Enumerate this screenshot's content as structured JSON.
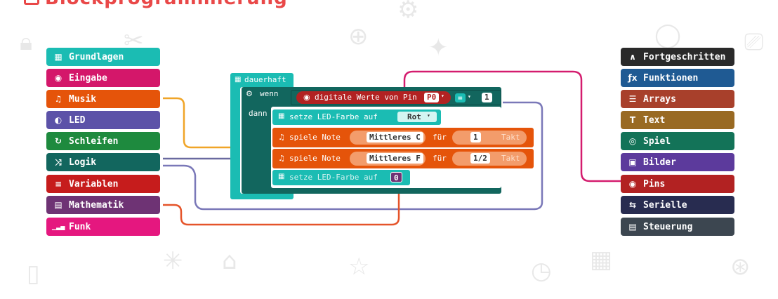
{
  "header": {
    "title": "Blockprogrammierung"
  },
  "left_categories": [
    {
      "label": "Grundlagen",
      "icon": "grid-icon",
      "glyph": "▦",
      "color": "#1bbcb3"
    },
    {
      "label": "Eingabe",
      "icon": "target-icon",
      "glyph": "◉",
      "color": "#d4176a"
    },
    {
      "label": "Musik",
      "icon": "headphones-icon",
      "glyph": "♫",
      "color": "#e5540a"
    },
    {
      "label": "LED",
      "icon": "toggle-icon",
      "glyph": "◐",
      "color": "#5c52a8"
    },
    {
      "label": "Schleifen",
      "icon": "refresh-icon",
      "glyph": "↻",
      "color": "#1e8a3e"
    },
    {
      "label": "Logik",
      "icon": "shuffle-icon",
      "glyph": "⤨",
      "color": "#12665e"
    },
    {
      "label": "Variablen",
      "icon": "list-icon",
      "glyph": "≡",
      "color": "#c61c1c"
    },
    {
      "label": "Mathematik",
      "icon": "calculator-icon",
      "glyph": "▤",
      "color": "#6e3374"
    },
    {
      "label": "Funk",
      "icon": "signal-icon",
      "glyph": "▁▃▅",
      "color": "#e5177f"
    }
  ],
  "right_categories": [
    {
      "label": "Fortgeschritten",
      "icon": "chevron-up-icon",
      "glyph": "∧",
      "color": "#2a2a2a"
    },
    {
      "label": "Funktionen",
      "icon": "function-icon",
      "glyph": "ƒx",
      "color": "#1f5a93"
    },
    {
      "label": "Arrays",
      "icon": "list-icon",
      "glyph": "☰",
      "color": "#a8402b"
    },
    {
      "label": "Text",
      "icon": "text-icon",
      "glyph": "T",
      "color": "#996a23"
    },
    {
      "label": "Spiel",
      "icon": "gamepad-icon",
      "glyph": "◎",
      "color": "#137358"
    },
    {
      "label": "Bilder",
      "icon": "image-icon",
      "glyph": "▣",
      "color": "#5c3a9c"
    },
    {
      "label": "Pins",
      "icon": "pin-icon",
      "glyph": "◉",
      "color": "#b22222"
    },
    {
      "label": "Serielle",
      "icon": "usb-icon",
      "glyph": "⇆",
      "color": "#282c50"
    },
    {
      "label": "Steuerung",
      "icon": "cpu-icon",
      "glyph": "▤",
      "color": "#3c4650"
    }
  ],
  "blocks": {
    "forever_label": "dauerhaft",
    "if_label": "wenn",
    "then_label": "dann",
    "digital_read_label": "digitale Werte von Pin",
    "pin_value": "P0",
    "compare_op": "=",
    "compare_value": "1",
    "set_led_color_1": "setze LED-Farbe auf",
    "color_value": "Rot",
    "play_note_1": "spiele Note",
    "note_1": "Mittleres C",
    "for_label_1": "für",
    "beat_1": "1",
    "beat_unit_1": "Takt",
    "play_note_2": "spiele Note",
    "note_2": "Mittleres F",
    "for_label_2": "für",
    "beat_2": "1/2",
    "beat_unit_2": "Takt",
    "set_led_color_2": "setze LED-Farbe auf",
    "color_value_2": "0"
  }
}
